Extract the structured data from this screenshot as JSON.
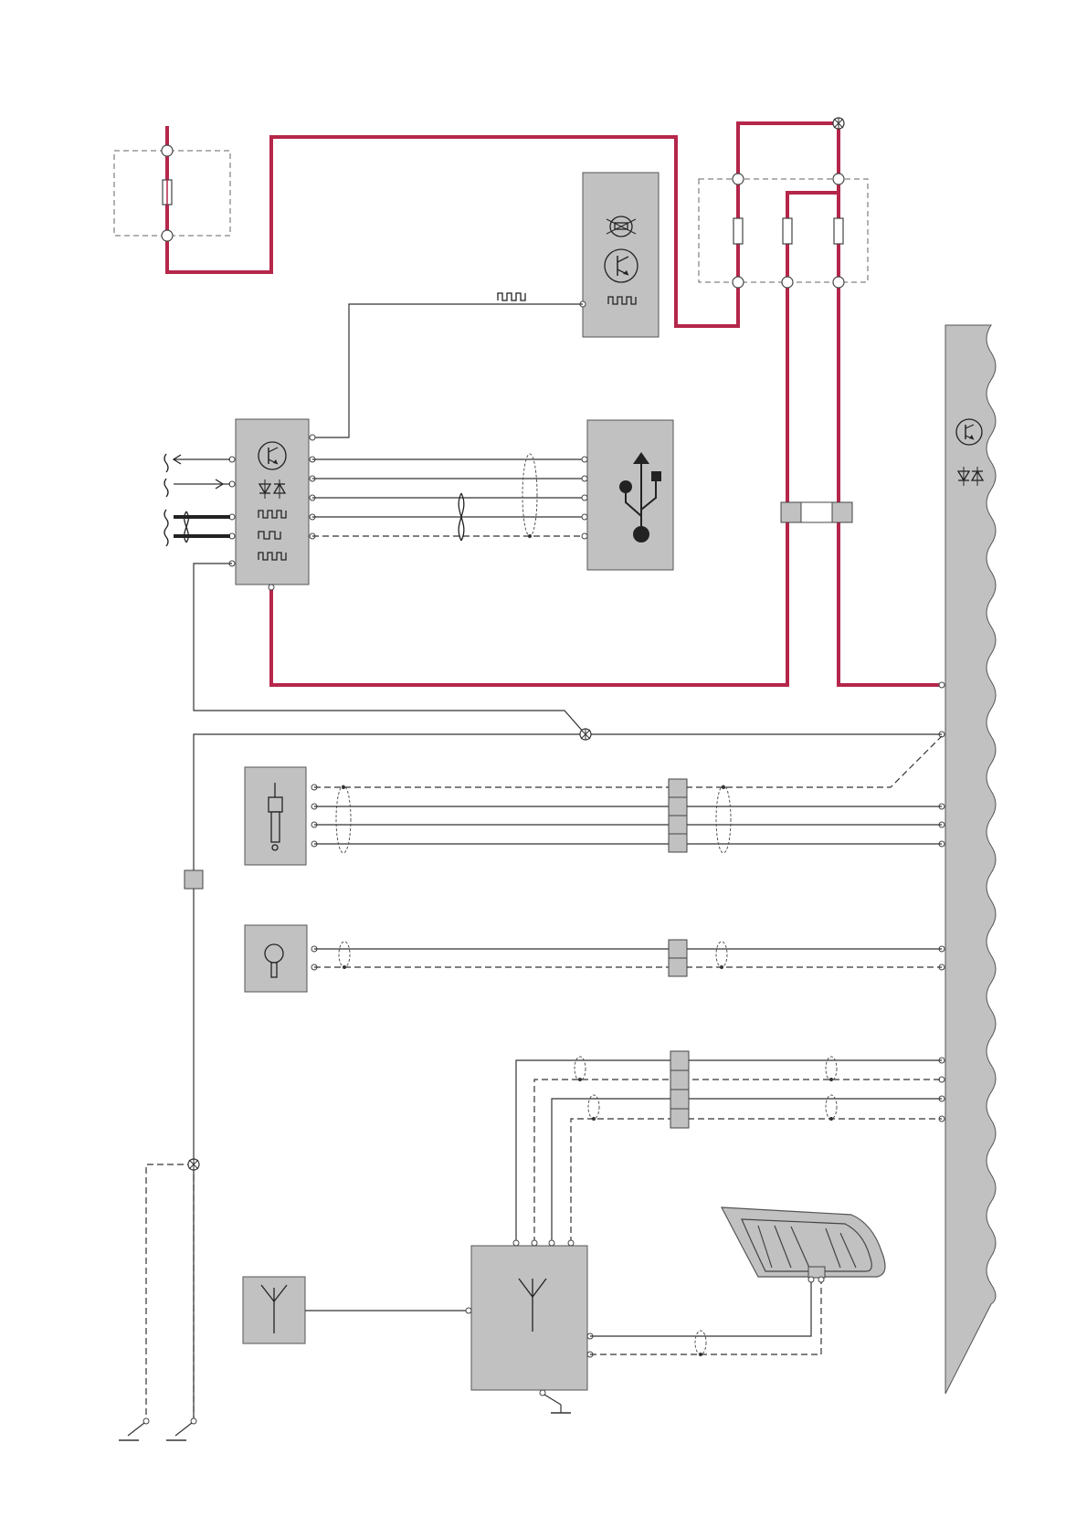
{
  "diagram": {
    "colors": {
      "power_wire": "#b5264a",
      "module_fill": "#c1c1c1",
      "signal_wire": "#333333",
      "background": "#ffffff"
    },
    "components": [
      {
        "id": "fuse-box-left",
        "icon": "fuse-icon"
      },
      {
        "id": "fuse-box-right",
        "icon": "fuse-icon"
      },
      {
        "id": "sensor-module",
        "icon": "transistor-icon"
      },
      {
        "id": "central-control-module",
        "icon": "transistor-icon"
      },
      {
        "id": "usb-module",
        "icon": "usb-icon"
      },
      {
        "id": "audio-jack-module",
        "icon": "audio-jack-icon"
      },
      {
        "id": "microphone-module",
        "icon": "microphone-icon"
      },
      {
        "id": "antenna-module",
        "icon": "antenna-icon"
      },
      {
        "id": "antenna-amplifier-module",
        "icon": "antenna-icon"
      },
      {
        "id": "rear-window-antenna",
        "icon": "rear-window-icon"
      },
      {
        "id": "main-control-unit",
        "icon": "transistor-icon"
      }
    ]
  }
}
